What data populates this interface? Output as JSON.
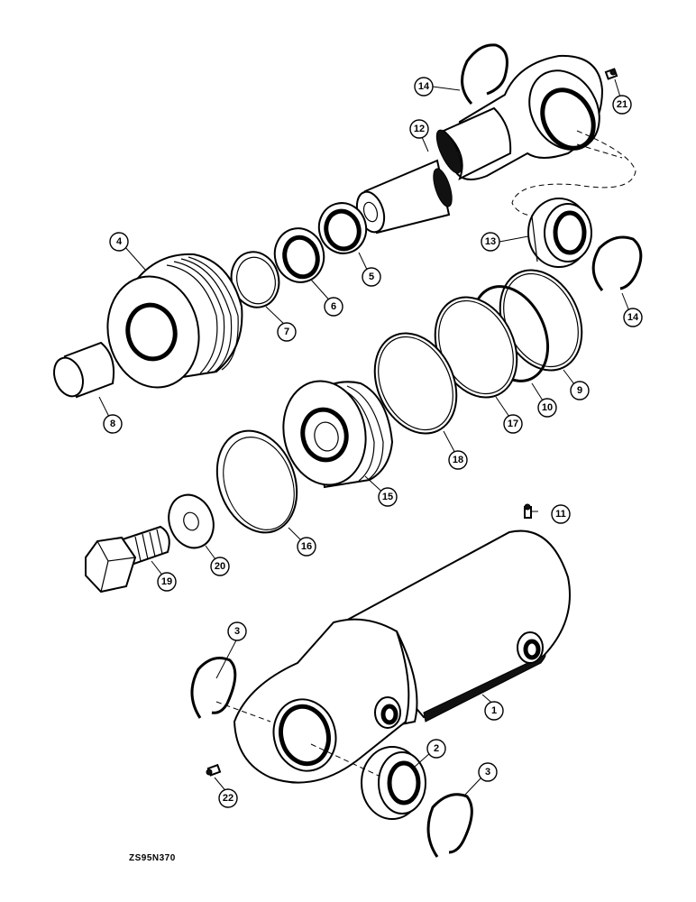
{
  "figure": {
    "code": "ZS95N370",
    "callouts": [
      "1",
      "2",
      "3",
      "3",
      "4",
      "5",
      "6",
      "7",
      "8",
      "9",
      "10",
      "11",
      "12",
      "13",
      "14",
      "14",
      "15",
      "16",
      "17",
      "18",
      "19",
      "20",
      "21",
      "22"
    ]
  }
}
